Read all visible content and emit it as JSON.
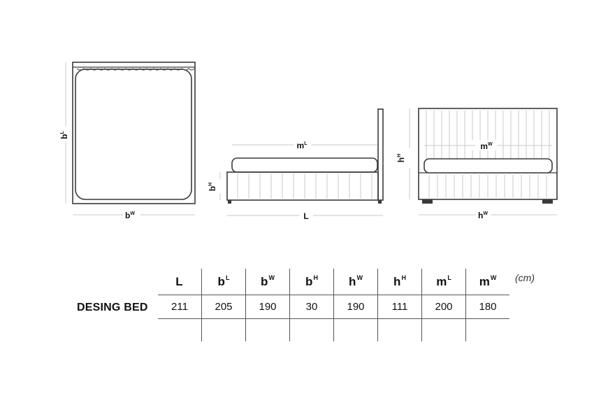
{
  "drawing_labels": {
    "top_view_depth": {
      "base": "b",
      "sup": "L"
    },
    "top_view_width": {
      "base": "b",
      "sup": "W"
    },
    "side_base_height": {
      "base": "b",
      "sup": "H"
    },
    "side_mattress": {
      "base": "m",
      "sup": "L"
    },
    "side_length": {
      "base": "L",
      "sup": ""
    },
    "front_headboard_height": {
      "base": "h",
      "sup": "H"
    },
    "front_mattress": {
      "base": "m",
      "sup": "W"
    },
    "front_width": {
      "base": "h",
      "sup": "W"
    }
  },
  "table": {
    "unit": "(cm)",
    "headers": [
      {
        "base": "L",
        "sup": ""
      },
      {
        "base": "b",
        "sup": "L"
      },
      {
        "base": "b",
        "sup": "W"
      },
      {
        "base": "b",
        "sup": "H"
      },
      {
        "base": "h",
        "sup": "W"
      },
      {
        "base": "h",
        "sup": "H"
      },
      {
        "base": "m",
        "sup": "L"
      },
      {
        "base": "m",
        "sup": "W"
      }
    ],
    "rows": [
      {
        "label": "DESING BED",
        "values": [
          "211",
          "205",
          "190",
          "30",
          "190",
          "111",
          "200",
          "180"
        ]
      }
    ]
  }
}
